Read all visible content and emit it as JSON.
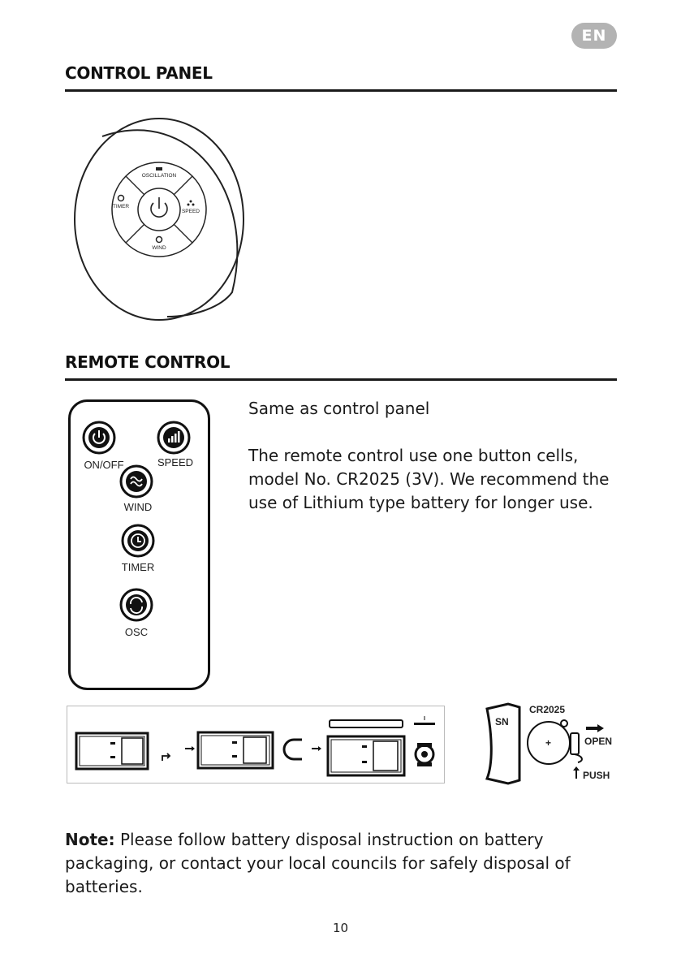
{
  "header": {
    "language_badge": "EN"
  },
  "control_panel": {
    "title": "CONTROL PANEL",
    "labels": {
      "oscillation": "OSCILLATION",
      "timer": "TIMER",
      "speed": "SPEED",
      "wind": "WIND"
    }
  },
  "remote_control": {
    "title": "REMOTE CONTROL",
    "buttons": {
      "on_off": "ON/OFF",
      "speed": "SPEED",
      "wind": "WIND",
      "timer": "TIMER",
      "osc": "OSC"
    },
    "text": {
      "same_as": "Same as control panel",
      "battery_line1": "The remote control use one button cells,",
      "battery_line2": "model No. CR2025 (3V). We recommend the",
      "battery_line3": "use of Lithium type battery for longer use."
    }
  },
  "battery_diagram": {
    "labels": {
      "model": "CR2025",
      "sn": "SN",
      "open": "OPEN",
      "push": "PUSH",
      "plus": "+"
    }
  },
  "note": {
    "label": "Note:",
    "line1": " Please follow battery disposal instruction on battery",
    "line2": "packaging, or contact your local councils for safely disposal of",
    "line3": "batteries."
  },
  "footer": {
    "page_number": "10"
  }
}
